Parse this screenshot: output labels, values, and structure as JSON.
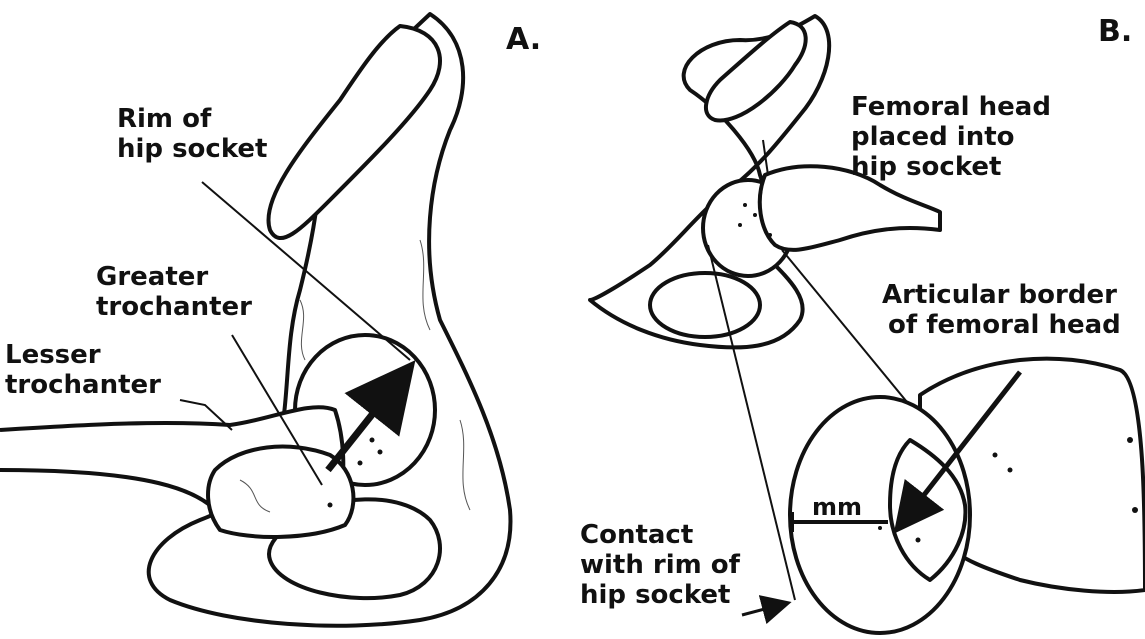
{
  "panels": {
    "a": "A.",
    "b": "B."
  },
  "labels": {
    "rim_of_hip_socket": [
      "Rim of",
      "hip socket"
    ],
    "greater_trochanter": [
      "Greater",
      "trochanter"
    ],
    "lesser_trochanter": [
      "Lesser",
      "trochanter"
    ],
    "femoral_head_placed": [
      "Femoral head",
      "placed into",
      "hip socket"
    ],
    "articular_border": [
      "Articular border",
      "of femoral head"
    ],
    "contact_with_rim": [
      "Contact",
      "with rim of",
      "hip socket"
    ],
    "mm": "mm"
  },
  "colors": {
    "ink": "#111111",
    "paper": "#ffffff"
  }
}
